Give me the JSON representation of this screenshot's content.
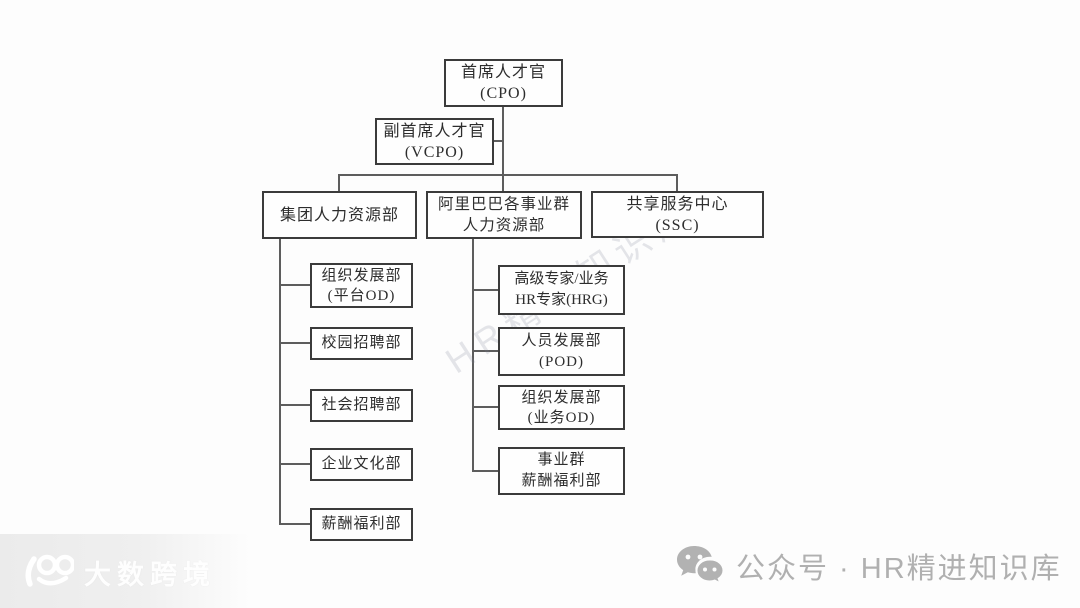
{
  "chart": {
    "type": "org-chart",
    "nodes": {
      "cpo": {
        "line1": "首席人才官",
        "line2": "(CPO)"
      },
      "vcpo": {
        "line1": "副首席人才官",
        "line2": "(VCPO)"
      },
      "group_hr": {
        "line1": "集团人力资源部",
        "line2": ""
      },
      "bu_hr": {
        "line1": "阿里巴巴各事业群",
        "line2": "人力资源部"
      },
      "ssc": {
        "line1": "共享服务中心",
        "line2": "(SSC)"
      },
      "od_platform": {
        "line1": "组织发展部",
        "line2": "(平台OD)"
      },
      "campus": {
        "line1": "校园招聘部",
        "line2": ""
      },
      "social": {
        "line1": "社会招聘部",
        "line2": ""
      },
      "culture": {
        "line1": "企业文化部",
        "line2": ""
      },
      "compensation": {
        "line1": "薪酬福利部",
        "line2": ""
      },
      "hrg": {
        "line1": "高级专家/业务",
        "line2": "HR专家(HRG)"
      },
      "pod": {
        "line1": "人员发展部",
        "line2": "(POD)"
      },
      "od_business": {
        "line1": "组织发展部",
        "line2": "(业务OD)"
      },
      "bu_comp": {
        "line1": "事业群",
        "line2": "薪酬福利部"
      }
    },
    "hierarchy": {
      "root": "首席人才官(CPO)",
      "deputy": "副首席人才官(VCPO)",
      "branches": [
        {
          "label": "集团人力资源部",
          "children": [
            "组织发展部(平台OD)",
            "校园招聘部",
            "社会招聘部",
            "企业文化部",
            "薪酬福利部"
          ]
        },
        {
          "label": "阿里巴巴各事业群人力资源部",
          "children": [
            "高级专家/业务HR专家(HRG)",
            "人员发展部(POD)",
            "组织发展部(业务OD)",
            "事业群薪酬福利部"
          ]
        },
        {
          "label": "共享服务中心(SSC)",
          "children": []
        }
      ]
    },
    "watermark_text": "HR精进知识库",
    "colors": {
      "box_border": "#3b3b3b",
      "connector": "#5d5d5d",
      "text": "#2d2d2d"
    }
  },
  "footer": {
    "publisher_text": "公众号 · HR精进知识库",
    "publisher_color": "#b0b0b0",
    "wechat_icon_color": "#b2b2b2",
    "brand_logo_text": "大数跨境"
  }
}
